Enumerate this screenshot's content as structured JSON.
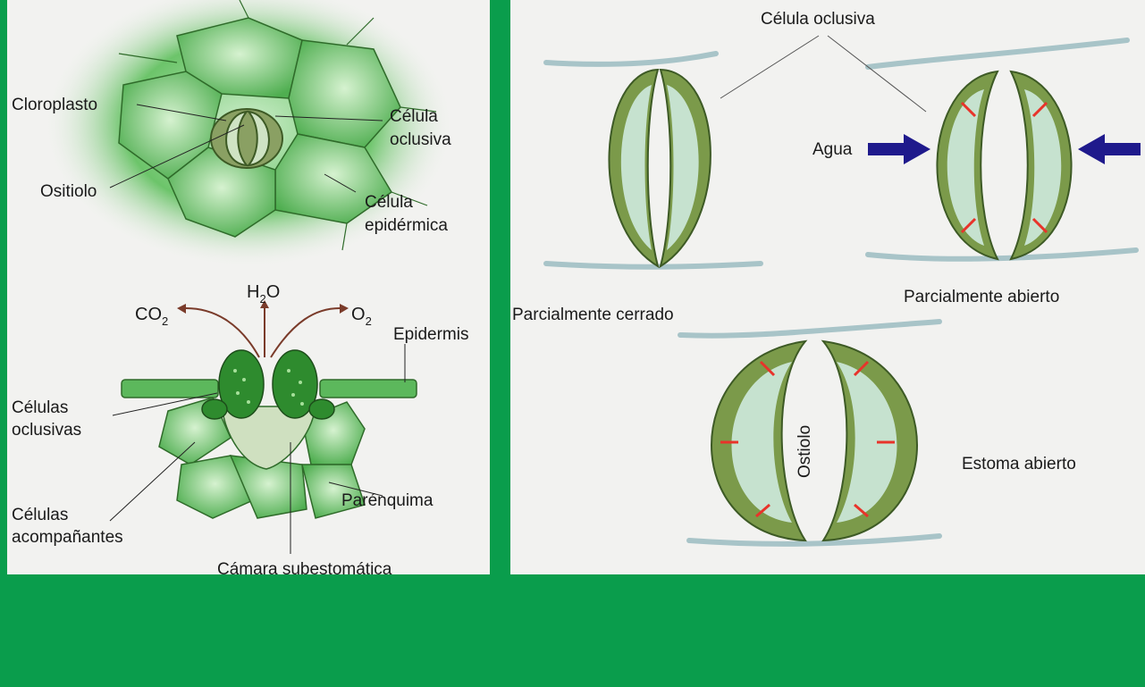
{
  "left_panel": {
    "labels": {
      "cloroplasto": "Cloroplasto",
      "celula_oclusiva_1": "Célula",
      "celula_oclusiva_2": "oclusiva",
      "ositiolo": "Ositiolo",
      "celula_epidermica_1": "Célula",
      "celula_epidermica_2": "epidérmica",
      "co2": "CO",
      "co2_sub": "2",
      "h2o_h": "H",
      "h2o_sub": "2",
      "h2o_o": "O",
      "o2": "O",
      "o2_sub": "2",
      "epidermis": "Epidermis",
      "celulas_oclusivas_1": "Células",
      "celulas_oclusivas_2": "oclusivas",
      "celulas_acompanantes_1": "Células",
      "celulas_acompanantes_2": "acompañantes",
      "parenquima": "Parénquima",
      "camara_subestomatica": "Cámara subestomática"
    }
  },
  "right_panel": {
    "labels": {
      "celula_oclusiva": "Célula oclusiva",
      "agua": "Agua",
      "parcialmente_cerrado": "Parcialmente cerrado",
      "parcialmente_abierto": "Parcialmente abierto",
      "ostiolo": "Ostiolo",
      "estoma_abierto": "Estoma abierto"
    }
  },
  "colors": {
    "frame_green": "#0a9d4c",
    "cell_green": "#5cb85c",
    "guard_cell": "#6b8e3d",
    "arrow_red": "#e8332a",
    "arrow_blue": "#1f1a8c"
  }
}
